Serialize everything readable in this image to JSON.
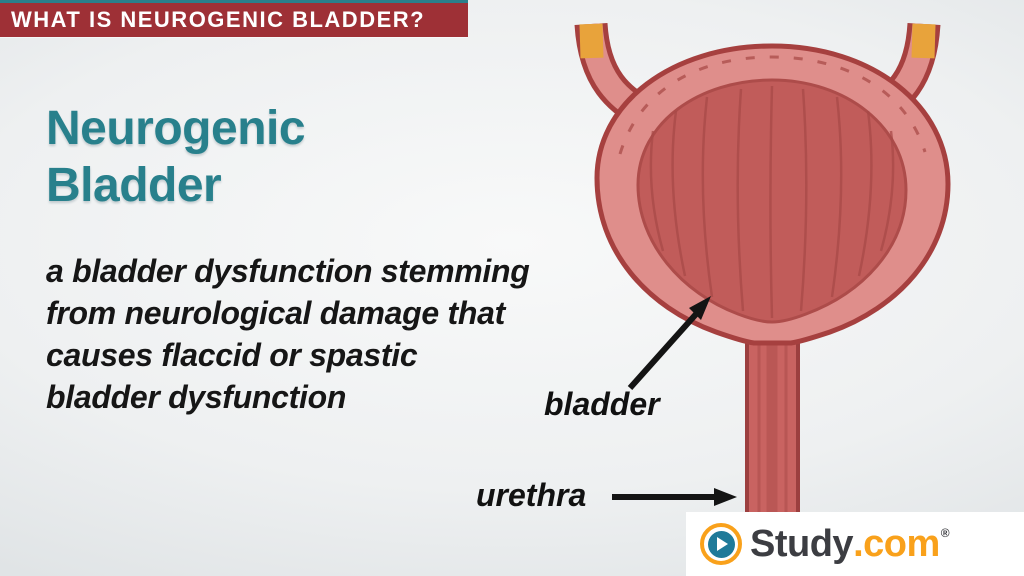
{
  "banner": {
    "title": "WHAT IS NEUROGENIC BLADDER?"
  },
  "heading": {
    "line1": "Neurogenic",
    "line2": "Bladder"
  },
  "definition": {
    "lines": [
      "a bladder dysfunction stemming",
      "from neurological damage that",
      "causes flaccid or spastic",
      "bladder dysfunction"
    ]
  },
  "diagram": {
    "bladder_label": "bladder",
    "urethra_label": "urethra"
  },
  "logo": {
    "name": "Study",
    "suffix": ".com",
    "registered": "®"
  },
  "colors": {
    "banner_red": "#9e3036",
    "banner_strip_teal": "#2a7f8b",
    "heading_teal": "#28808c",
    "bladder_outer_pink": "#df8e8b",
    "bladder_inner_red": "#c15c5a",
    "outline_dark_red": "#a6403f",
    "ureter_tip_yellow": "#e8a33b",
    "urethra_red": "#c96361",
    "logo_orange": "#f9a11b",
    "logo_dark": "#3c3d42"
  }
}
